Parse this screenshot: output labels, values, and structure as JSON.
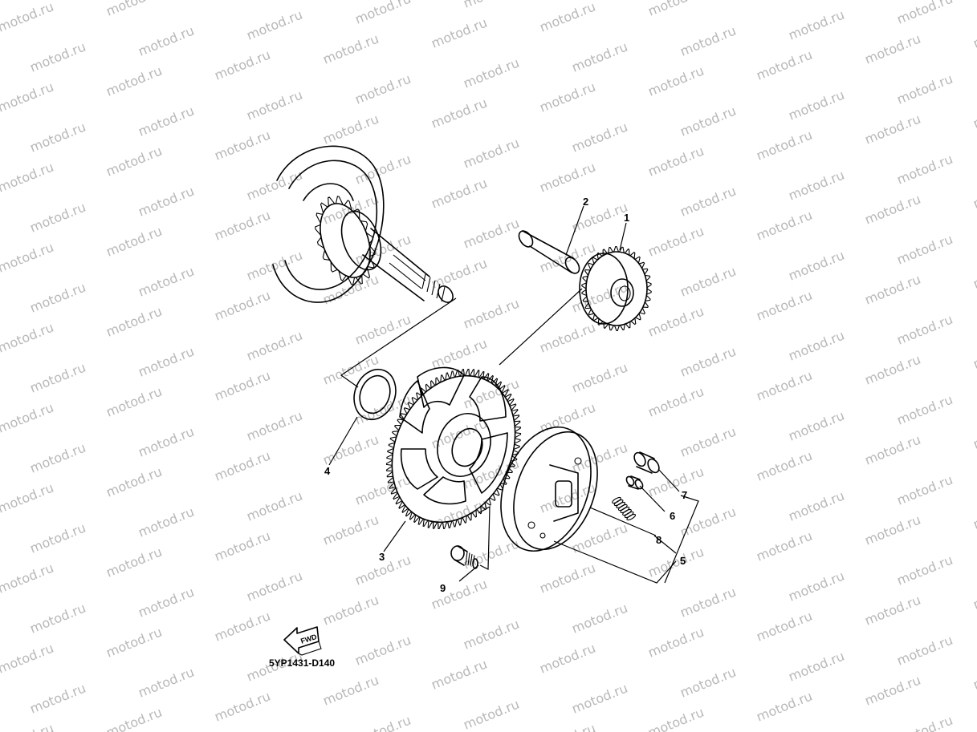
{
  "diagram": {
    "watermark_text": "motod.ru",
    "part_code": "5YP1431-D140",
    "fwd_label": "FWD",
    "callouts": [
      {
        "id": "1",
        "label": "1"
      },
      {
        "id": "2",
        "label": "2"
      },
      {
        "id": "3",
        "label": "3"
      },
      {
        "id": "4",
        "label": "4"
      },
      {
        "id": "5",
        "label": "5"
      },
      {
        "id": "6",
        "label": "6"
      },
      {
        "id": "7",
        "label": "7"
      },
      {
        "id": "8",
        "label": "8"
      },
      {
        "id": "9",
        "label": "9"
      }
    ]
  }
}
